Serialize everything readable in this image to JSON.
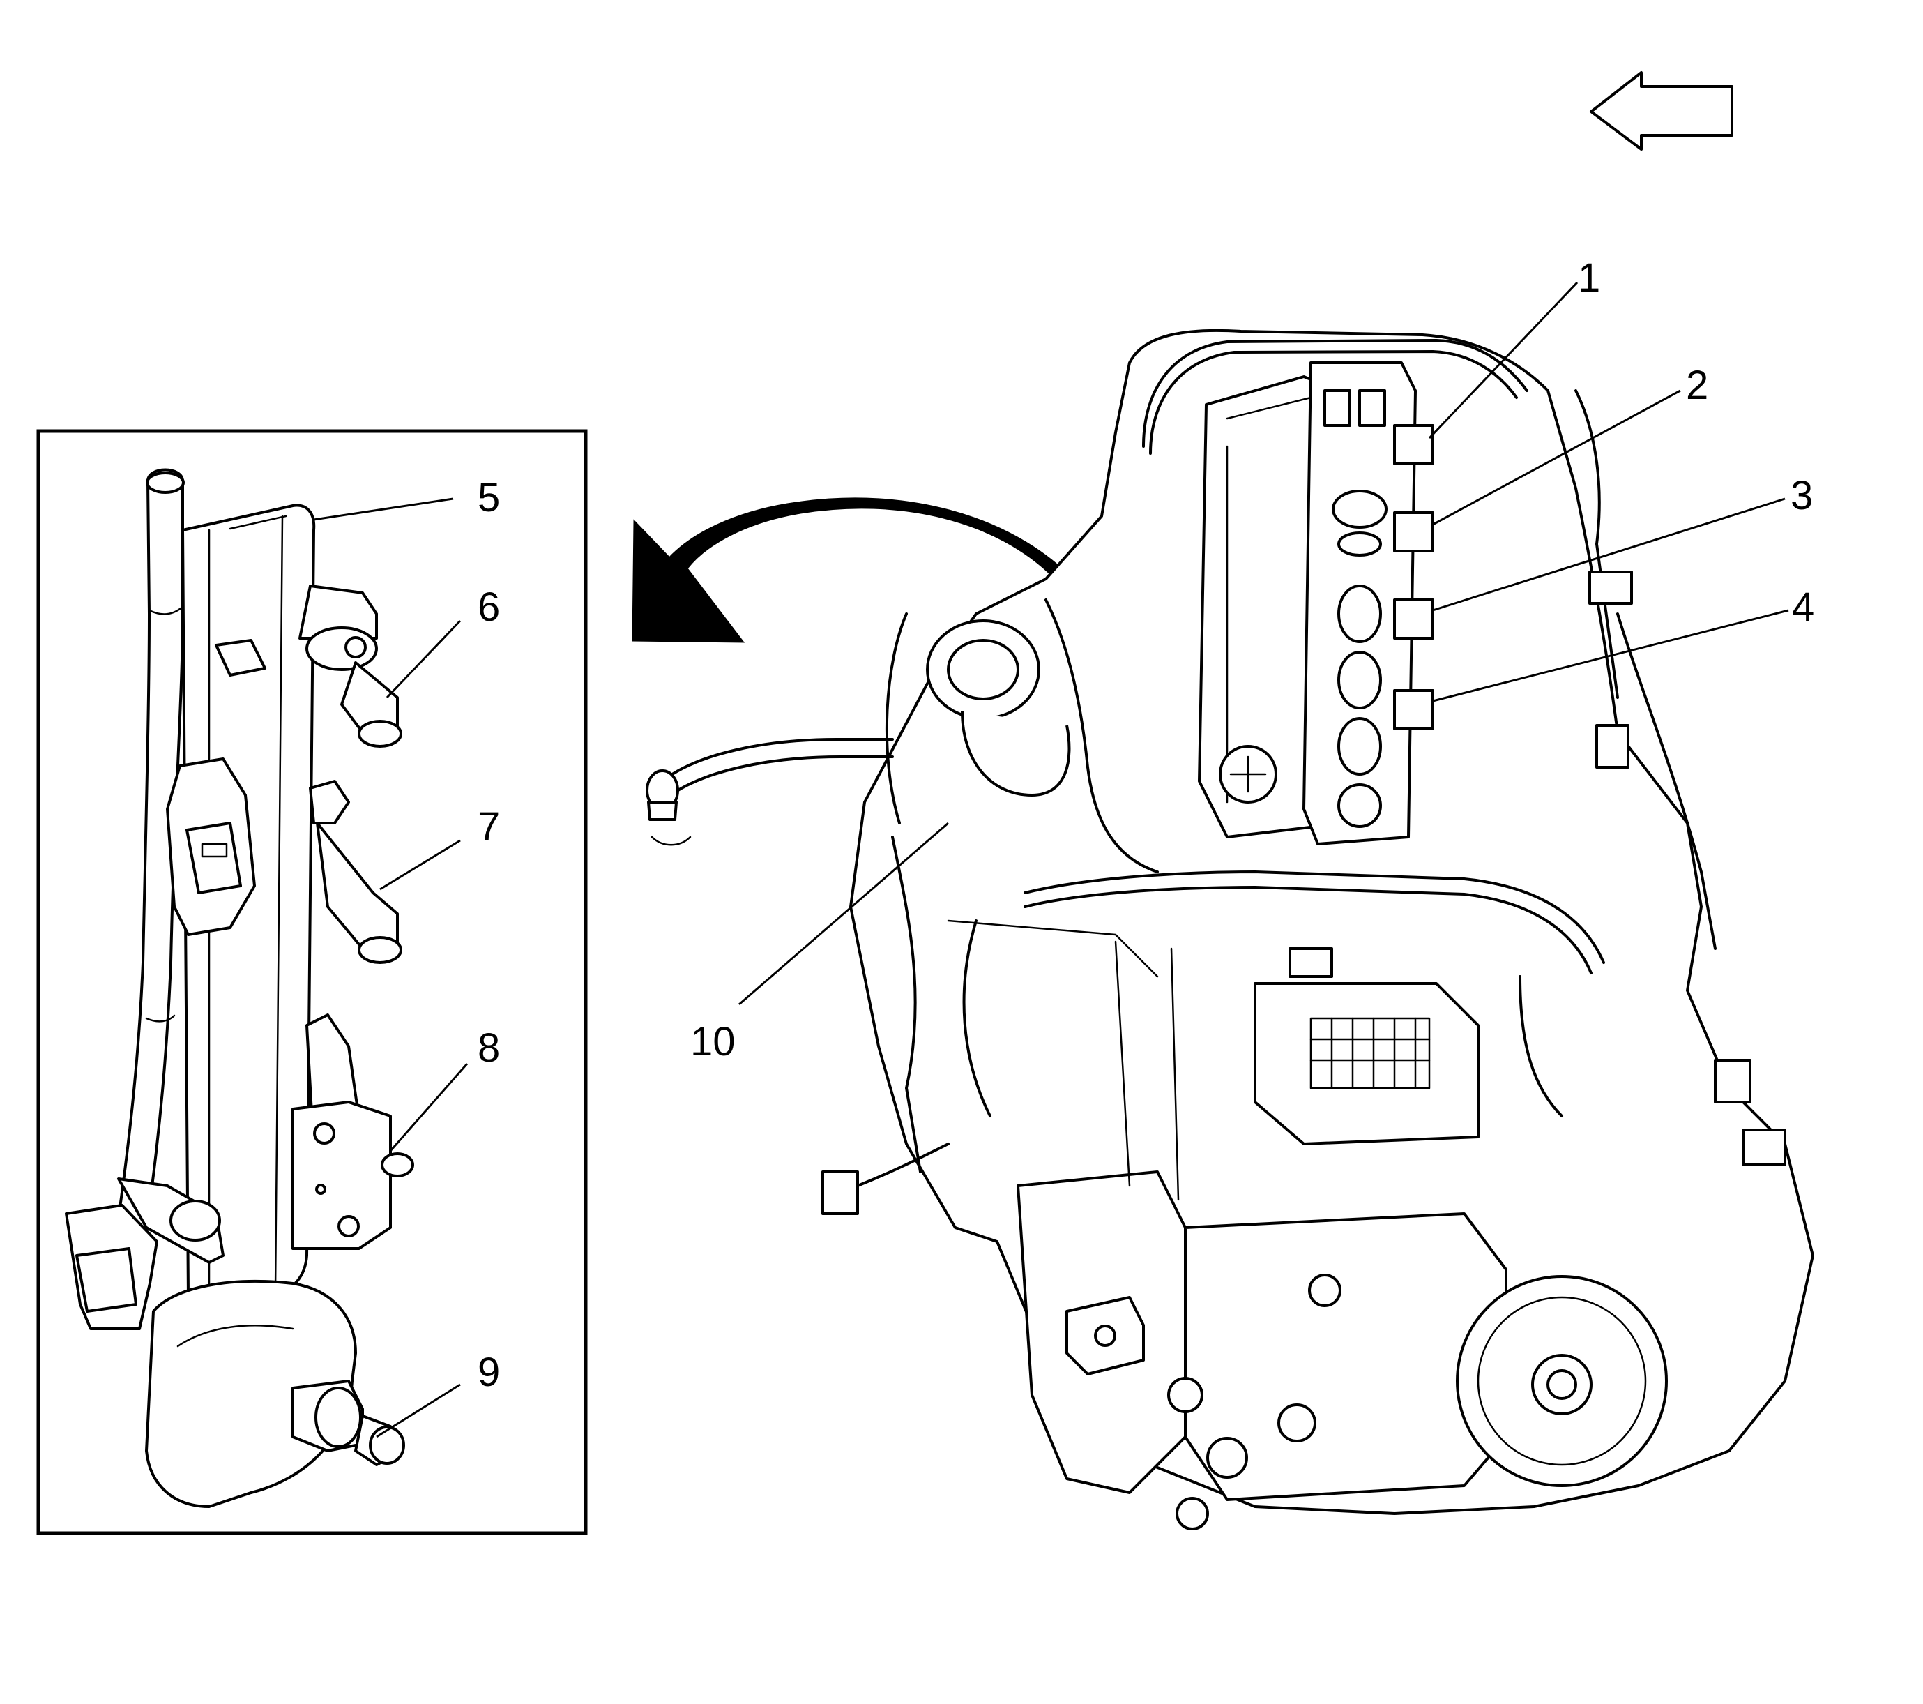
{
  "figure": {
    "callouts": [
      {
        "id": "c1",
        "label": "1"
      },
      {
        "id": "c2",
        "label": "2"
      },
      {
        "id": "c3",
        "label": "3"
      },
      {
        "id": "c4",
        "label": "4"
      },
      {
        "id": "c5",
        "label": "5"
      },
      {
        "id": "c6",
        "label": "6"
      },
      {
        "id": "c7",
        "label": "7"
      },
      {
        "id": "c8",
        "label": "8"
      },
      {
        "id": "c9",
        "label": "9"
      },
      {
        "id": "c10",
        "label": "10"
      }
    ],
    "icons": {
      "direction_arrow": "front-direction-arrow-icon",
      "removal_arrow": "curved-removal-arrow-icon"
    },
    "colors": {
      "line": "#000000",
      "background": "#ffffff"
    }
  }
}
